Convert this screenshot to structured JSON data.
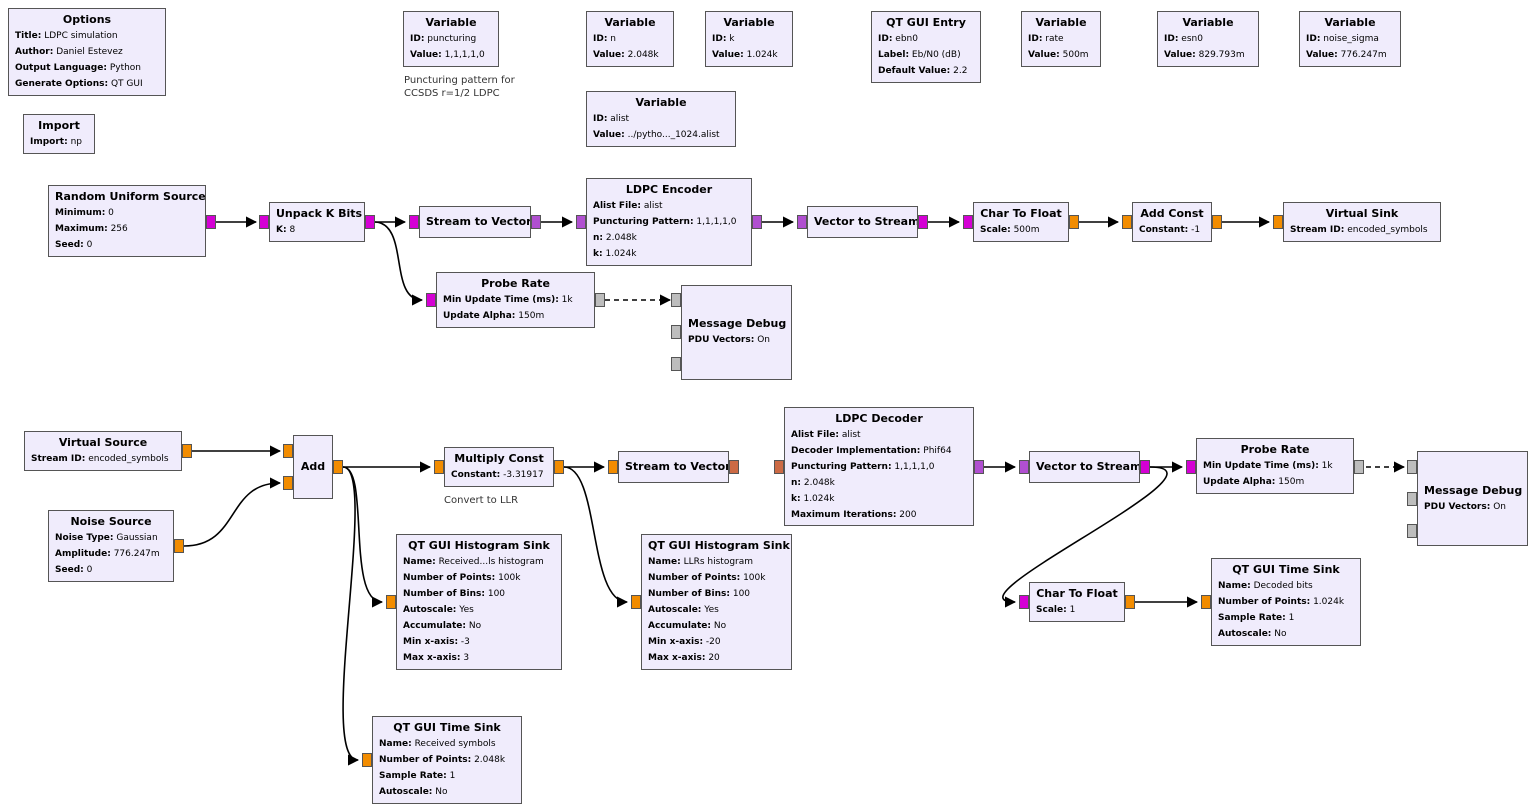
{
  "blocks": {
    "options": {
      "title": "Options",
      "rows": [
        [
          "Title:",
          "LDPC simulation"
        ],
        [
          "Author:",
          "Daniel Estevez"
        ],
        [
          "Output Language:",
          "Python"
        ],
        [
          "Generate Options:",
          "QT GUI"
        ]
      ]
    },
    "import": {
      "title": "Import",
      "rows": [
        [
          "Import:",
          "np"
        ]
      ]
    },
    "var_puncturing": {
      "title": "Variable",
      "rows": [
        [
          "ID:",
          "puncturing"
        ],
        [
          "Value:",
          "1,1,1,1,0"
        ]
      ]
    },
    "var_n": {
      "title": "Variable",
      "rows": [
        [
          "ID:",
          "n"
        ],
        [
          "Value:",
          "2.048k"
        ]
      ]
    },
    "var_k": {
      "title": "Variable",
      "rows": [
        [
          "ID:",
          "k"
        ],
        [
          "Value:",
          "1.024k"
        ]
      ]
    },
    "qt_entry": {
      "title": "QT GUI Entry",
      "rows": [
        [
          "ID:",
          "ebn0"
        ],
        [
          "Label:",
          "Eb/N0 (dB)"
        ],
        [
          "Default Value:",
          "2.2"
        ]
      ]
    },
    "var_rate": {
      "title": "Variable",
      "rows": [
        [
          "ID:",
          "rate"
        ],
        [
          "Value:",
          "500m"
        ]
      ]
    },
    "var_esn0": {
      "title": "Variable",
      "rows": [
        [
          "ID:",
          "esn0"
        ],
        [
          "Value:",
          "829.793m"
        ]
      ]
    },
    "var_noise": {
      "title": "Variable",
      "rows": [
        [
          "ID:",
          "noise_sigma"
        ],
        [
          "Value:",
          "776.247m"
        ]
      ]
    },
    "var_alist": {
      "title": "Variable",
      "rows": [
        [
          "ID:",
          "alist"
        ],
        [
          "Value:",
          "../pytho..._1024.alist"
        ]
      ]
    },
    "random_src": {
      "title": "Random Uniform Source",
      "rows": [
        [
          "Minimum:",
          "0"
        ],
        [
          "Maximum:",
          "256"
        ],
        [
          "Seed:",
          "0"
        ]
      ]
    },
    "unpack": {
      "title": "Unpack K Bits",
      "rows": [
        [
          "K:",
          "8"
        ]
      ]
    },
    "s2v_top": {
      "title": "Stream to Vector",
      "rows": []
    },
    "ldpc_enc": {
      "title": "LDPC Encoder",
      "rows": [
        [
          "Alist File:",
          "alist"
        ],
        [
          "Puncturing Pattern:",
          "1,1,1,1,0"
        ],
        [
          "n:",
          "2.048k"
        ],
        [
          "k:",
          "1.024k"
        ]
      ]
    },
    "v2s_top": {
      "title": "Vector to Stream",
      "rows": []
    },
    "c2f_top": {
      "title": "Char To Float",
      "rows": [
        [
          "Scale:",
          "500m"
        ]
      ]
    },
    "add_const": {
      "title": "Add Const",
      "rows": [
        [
          "Constant:",
          "-1"
        ]
      ]
    },
    "vsink": {
      "title": "Virtual Sink",
      "rows": [
        [
          "Stream ID:",
          "encoded_symbols"
        ]
      ]
    },
    "probe_top": {
      "title": "Probe Rate",
      "rows": [
        [
          "Min Update Time (ms):",
          "1k"
        ],
        [
          "Update Alpha:",
          "150m"
        ]
      ]
    },
    "msgdbg_top": {
      "title": "Message Debug",
      "rows": [
        [
          "PDU Vectors:",
          "On"
        ]
      ]
    },
    "vsrc": {
      "title": "Virtual Source",
      "rows": [
        [
          "Stream ID:",
          "encoded_symbols"
        ]
      ]
    },
    "noise_src": {
      "title": "Noise Source",
      "rows": [
        [
          "Noise Type:",
          "Gaussian"
        ],
        [
          "Amplitude:",
          "776.247m"
        ],
        [
          "Seed:",
          "0"
        ]
      ]
    },
    "add": {
      "title": "Add",
      "rows": []
    },
    "mult_const": {
      "title": "Multiply Const",
      "rows": [
        [
          "Constant:",
          "-3.31917"
        ]
      ]
    },
    "s2v_bot": {
      "title": "Stream to Vector",
      "rows": []
    },
    "ldpc_dec": {
      "title": "LDPC Decoder",
      "rows": [
        [
          "Alist File:",
          "alist"
        ],
        [
          "Decoder Implementation:",
          "Phif64"
        ],
        [
          "Puncturing Pattern:",
          "1,1,1,1,0"
        ],
        [
          "n:",
          "2.048k"
        ],
        [
          "k:",
          "1.024k"
        ],
        [
          "Maximum Iterations:",
          "200"
        ]
      ]
    },
    "v2s_bot": {
      "title": "Vector to Stream",
      "rows": []
    },
    "probe_bot": {
      "title": "Probe Rate",
      "rows": [
        [
          "Min Update Time (ms):",
          "1k"
        ],
        [
          "Update Alpha:",
          "150m"
        ]
      ]
    },
    "msgdbg_bot": {
      "title": "Message Debug",
      "rows": [
        [
          "PDU Vectors:",
          "On"
        ]
      ]
    },
    "hist1": {
      "title": "QT GUI Histogram Sink",
      "rows": [
        [
          "Name:",
          "Received...ls histogram"
        ],
        [
          "Number of Points:",
          "100k"
        ],
        [
          "Number of Bins:",
          "100"
        ],
        [
          "Autoscale:",
          "Yes"
        ],
        [
          "Accumulate:",
          "No"
        ],
        [
          "Min x-axis:",
          "-3"
        ],
        [
          "Max x-axis:",
          "3"
        ]
      ]
    },
    "hist2": {
      "title": "QT GUI Histogram Sink",
      "rows": [
        [
          "Name:",
          "LLRs histogram"
        ],
        [
          "Number of Points:",
          "100k"
        ],
        [
          "Number of Bins:",
          "100"
        ],
        [
          "Autoscale:",
          "Yes"
        ],
        [
          "Accumulate:",
          "No"
        ],
        [
          "Min x-axis:",
          "-20"
        ],
        [
          "Max x-axis:",
          "20"
        ]
      ]
    },
    "c2f_bot": {
      "title": "Char To Float",
      "rows": [
        [
          "Scale:",
          "1"
        ]
      ]
    },
    "tsink_dec": {
      "title": "QT GUI Time Sink",
      "rows": [
        [
          "Name:",
          "Decoded bits"
        ],
        [
          "Number of Points:",
          "1.024k"
        ],
        [
          "Sample Rate:",
          "1"
        ],
        [
          "Autoscale:",
          "No"
        ]
      ]
    },
    "tsink_rx": {
      "title": "QT GUI Time Sink",
      "rows": [
        [
          "Name:",
          "Received symbols"
        ],
        [
          "Number of Points:",
          "2.048k"
        ],
        [
          "Sample Rate:",
          "1"
        ],
        [
          "Autoscale:",
          "No"
        ]
      ]
    }
  },
  "notes": {
    "puncturing_line1": "Puncturing pattern for",
    "puncturing_line2": "CCSDS r=1/2 LDPC",
    "llr": "Convert to LLR"
  }
}
